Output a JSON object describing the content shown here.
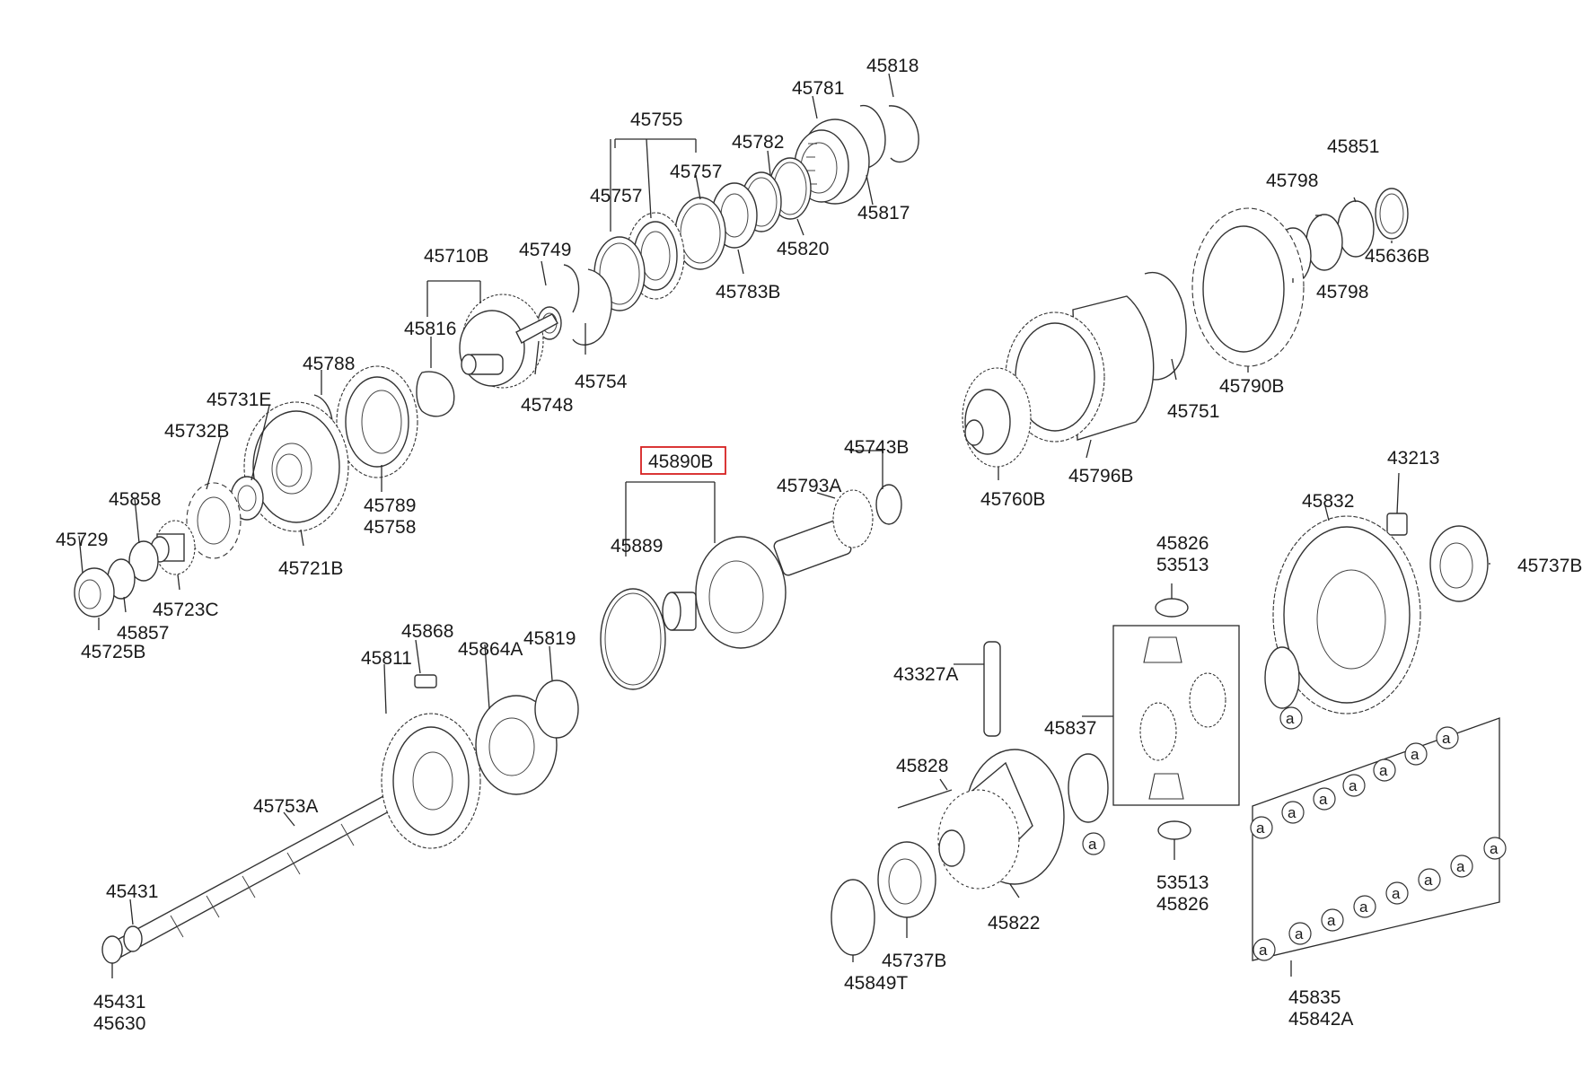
{
  "highlight_color": "#d62020",
  "highlight_label": "45890B",
  "labels": {
    "l45818": "45818",
    "l45781": "45781",
    "l45755": "45755",
    "l45782": "45782",
    "l45757a": "45757",
    "l45757b": "45757",
    "l45817": "45817",
    "l45820": "45820",
    "l45783b": "45783B",
    "l45710b": "45710B",
    "l45749": "45749",
    "l45816": "45816",
    "l45754": "45754",
    "l45748": "45748",
    "l45788": "45788",
    "l45731e": "45731E",
    "l45732b": "45732B",
    "l45789": "45789",
    "l45758": "45758",
    "l45858": "45858",
    "l45721b": "45721B",
    "l45729": "45729",
    "l45723c": "45723C",
    "l45857": "45857",
    "l45725b": "45725B",
    "l45743b": "45743B",
    "l45793a": "45793A",
    "l45889": "45889",
    "l45868": "45868",
    "l45864a": "45864A",
    "l45819": "45819",
    "l45811": "45811",
    "l45753a": "45753A",
    "l45431a": "45431",
    "l45431b": "45431",
    "l45630": "45630",
    "l45851": "45851",
    "l45798a": "45798",
    "l45636b": "45636B",
    "l45798b": "45798",
    "l45790b": "45790B",
    "l45751": "45751",
    "l45796b": "45796B",
    "l45760b": "45760B",
    "l43213": "43213",
    "l45832": "45832",
    "l45737b_r": "45737B",
    "l45826a": "45826",
    "l53513a": "53513",
    "l43327a": "43327A",
    "l45837": "45837",
    "l45828": "45828",
    "l53513b": "53513",
    "l45826b": "45826",
    "l45822": "45822",
    "l45737b_b": "45737B",
    "l45849t": "45849T",
    "l45835": "45835",
    "l45842a": "45842A"
  },
  "callout_marker": "a"
}
